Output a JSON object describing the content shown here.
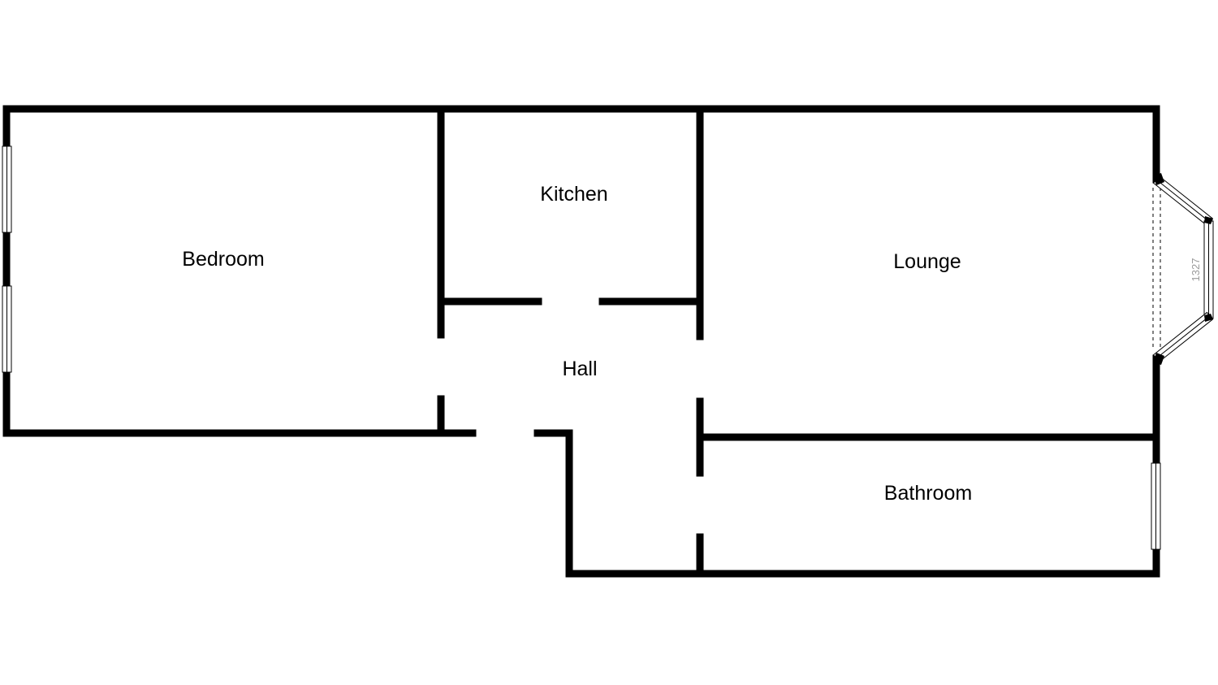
{
  "rooms": {
    "bedroom": "Bedroom",
    "kitchen": "Kitchen",
    "lounge": "Lounge",
    "hall": "Hall",
    "bathroom": "Bathroom"
  },
  "dimensions": {
    "bay_window": "1327"
  },
  "colors": {
    "wall": "#000000",
    "background": "#ffffff",
    "dimension_text": "#9a9a9a"
  }
}
